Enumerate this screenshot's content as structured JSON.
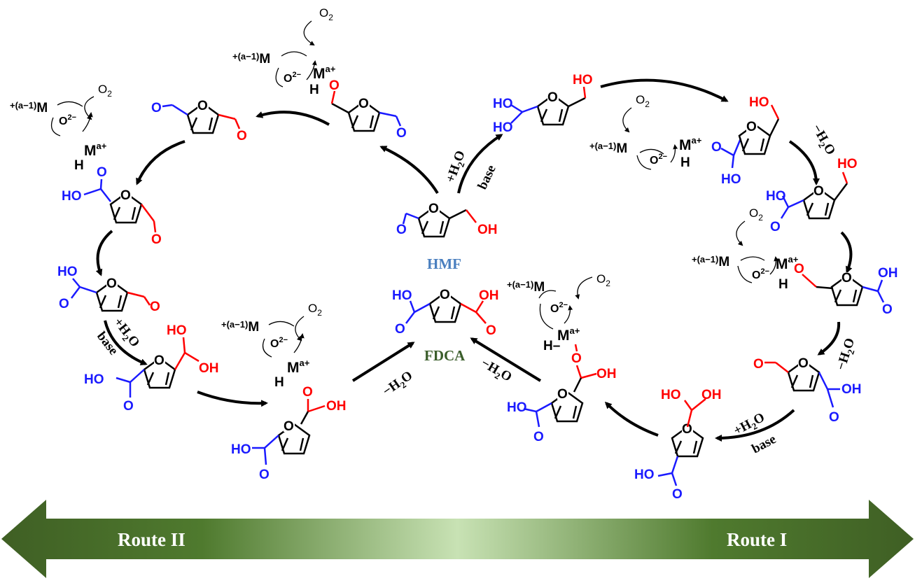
{
  "colors": {
    "black": "#000000",
    "blue": "#1a1aff",
    "red": "#ff0000",
    "hmf_label": "#4a7fbf",
    "fdca_label": "#3b5e2b",
    "arrow_dark": "#3f5f24",
    "arrow_light": "#c8e2b4"
  },
  "labels": {
    "hmf": "HMF",
    "fdca": "FDCA",
    "route_left": "Route II",
    "route_right": "Route I"
  },
  "reagents": {
    "o2": "O",
    "o2_sub": "2",
    "metal_reduced": "+(a−1)M",
    "oxide": "O",
    "oxide_charge": "2−",
    "metal": "M",
    "metal_charge": "a+",
    "hydride": "H",
    "plus_water": "+H",
    "water_sub": "2",
    "water_o": "O",
    "minus_water": "−H",
    "base": "base"
  },
  "groups": {
    "oh": "OH",
    "ho": "HO",
    "o": "O"
  }
}
